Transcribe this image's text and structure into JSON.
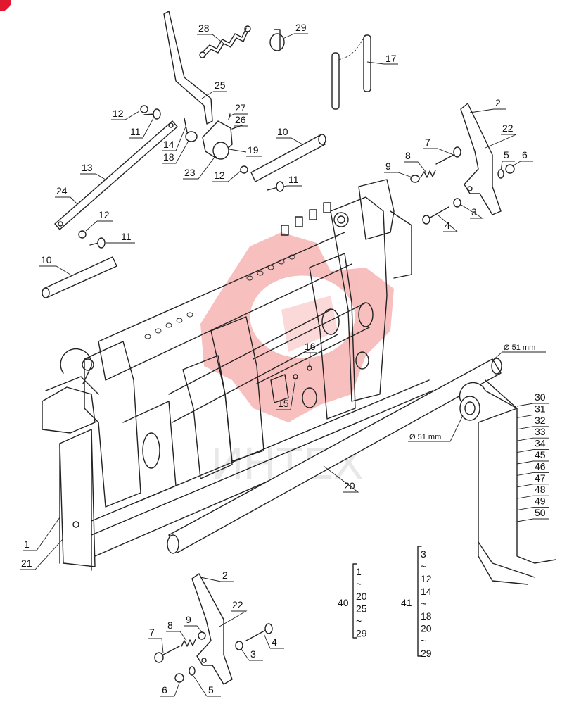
{
  "watermark": {
    "text": "ИНТЕХ",
    "logo_color": "#f28a8a"
  },
  "callouts": {
    "c1": "1",
    "c2a": "2",
    "c2b": "2",
    "c3a": "3",
    "c3b": "3",
    "c4a": "4",
    "c4b": "4",
    "c5a": "5",
    "c5b": "5",
    "c6a": "6",
    "c6b": "6",
    "c7a": "7",
    "c7b": "7",
    "c8a": "8",
    "c8b": "8",
    "c9a": "9",
    "c9b": "9",
    "c10a": "10",
    "c10b": "10",
    "c11a": "11",
    "c11b": "11",
    "c11c": "11",
    "c12a": "12",
    "c12b": "12",
    "c12c": "12",
    "c13": "13",
    "c14": "14",
    "c15": "15",
    "c16": "16",
    "c17": "17",
    "c18": "18",
    "c19": "19",
    "c20": "20",
    "c21": "21",
    "c22a": "22",
    "c22b": "22",
    "c23": "23",
    "c24": "24",
    "c25": "25",
    "c26": "26",
    "c27": "27",
    "c28": "28",
    "c29": "29"
  },
  "dimensions": {
    "d1": "Ø 51 mm",
    "d2": "Ø 51 mm"
  },
  "variants": [
    "30",
    "31",
    "32",
    "33",
    "34",
    "45",
    "46",
    "47",
    "48",
    "49",
    "50"
  ],
  "group40": {
    "label": "40",
    "items": [
      "1",
      "~",
      "20",
      "25",
      "~",
      "29"
    ]
  },
  "group41": {
    "label": "41",
    "items": [
      "3",
      "~",
      "12",
      "14",
      "~",
      "18",
      "20",
      "~",
      "29"
    ]
  }
}
